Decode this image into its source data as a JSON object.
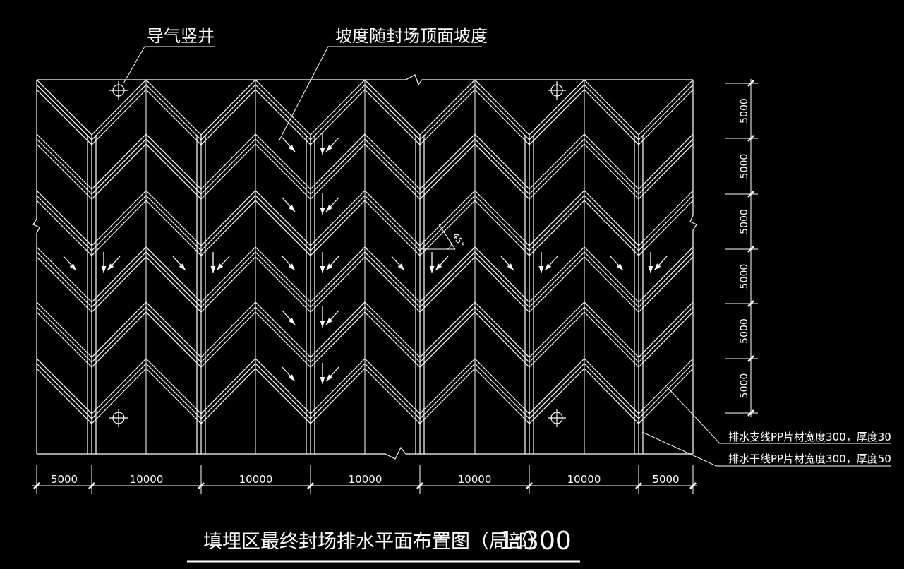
{
  "labels": {
    "gas_well": "导气竖井",
    "slope_note": "坡度随封场顶面坡度",
    "angle": "45°",
    "branch_line": "排水支线PP片材宽度300，厚度30",
    "main_line": "排水干线PP片材宽度300，厚度50",
    "title": "填埋区最终封场排水平面布置图（局部）",
    "scale": "1:300"
  },
  "dimensions": {
    "bottom": [
      "5000",
      "10000",
      "10000",
      "10000",
      "10000",
      "10000",
      "5000"
    ],
    "right": [
      "5000",
      "5000",
      "5000",
      "5000",
      "5000",
      "5000"
    ]
  },
  "colors": {
    "background": "#000000",
    "line": "#ffffff"
  }
}
